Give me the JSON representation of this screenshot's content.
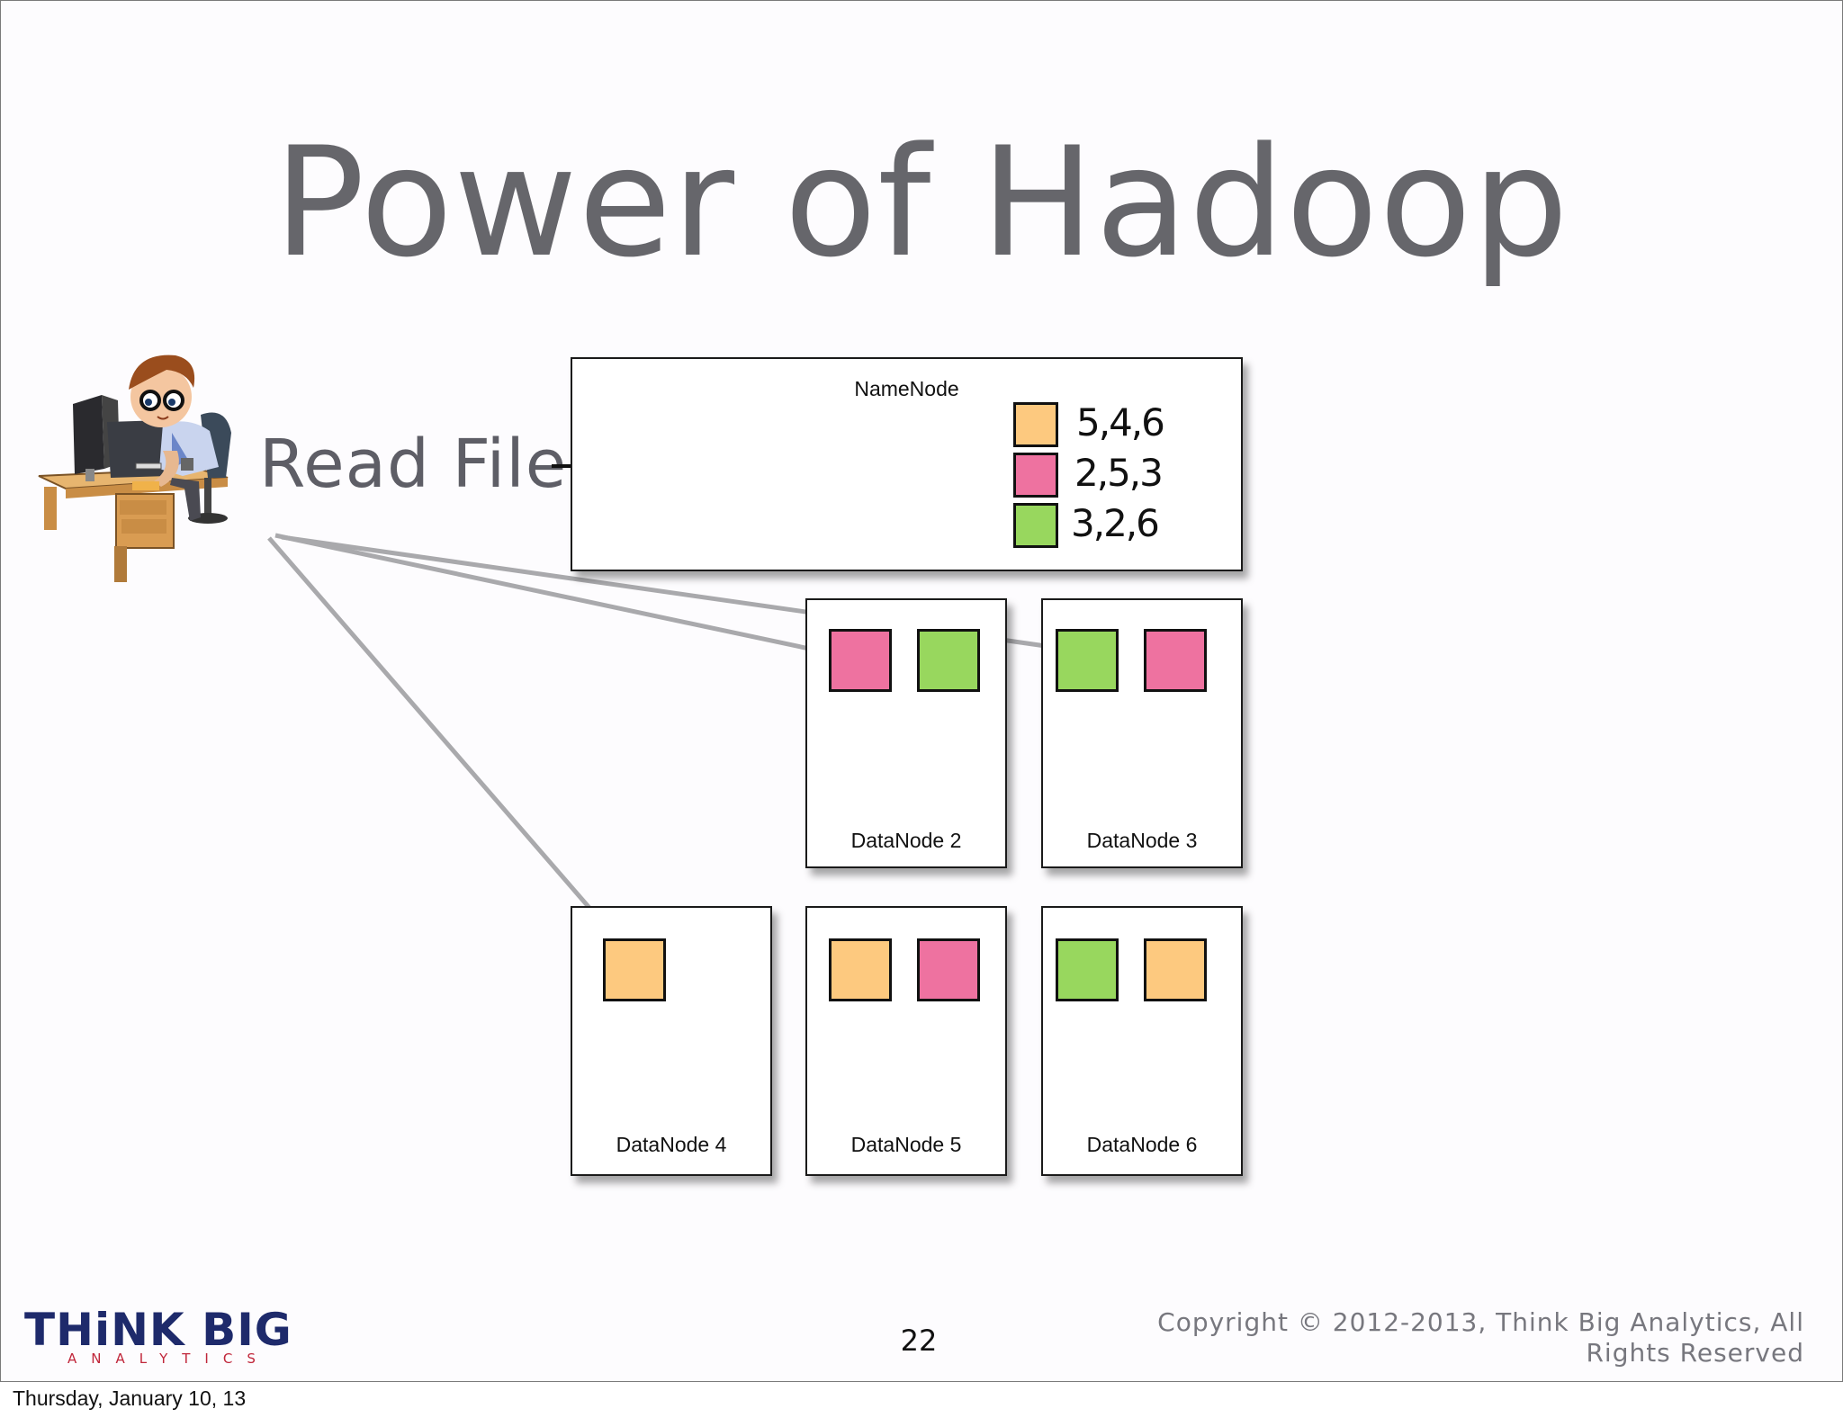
{
  "slide": {
    "title": "Power of Hadoop",
    "read_file_label": "Read File",
    "page_number": "22",
    "copyright_line1": "Copyright © 2012-2013, Think Big Analytics, All",
    "copyright_line2": "Rights Reserved",
    "logo_main": "THiNK BIG",
    "logo_sub": "ANALYTICS"
  },
  "colors": {
    "orange": "#fdc97f",
    "pink": "#ee72a0",
    "green": "#98d75e",
    "logo_blue": "#1e2a6b",
    "logo_red": "#c0263a"
  },
  "namenode": {
    "label": "NameNode",
    "legend": [
      {
        "color": "orange",
        "text": "5,4,6"
      },
      {
        "color": "pink",
        "text": "2,5,3"
      },
      {
        "color": "green",
        "text": "3,2,6"
      }
    ]
  },
  "datanodes": [
    {
      "label": "DataNode 2",
      "blocks": [
        "pink",
        "green"
      ]
    },
    {
      "label": "DataNode 3",
      "blocks": [
        "green",
        "pink"
      ]
    },
    {
      "label": "DataNode 4",
      "blocks": [
        "orange"
      ]
    },
    {
      "label": "DataNode 5",
      "blocks": [
        "orange",
        "pink"
      ]
    },
    {
      "label": "DataNode 6",
      "blocks": [
        "green",
        "orange"
      ]
    }
  ],
  "footer": {
    "date": "Thursday, January 10, 13"
  }
}
